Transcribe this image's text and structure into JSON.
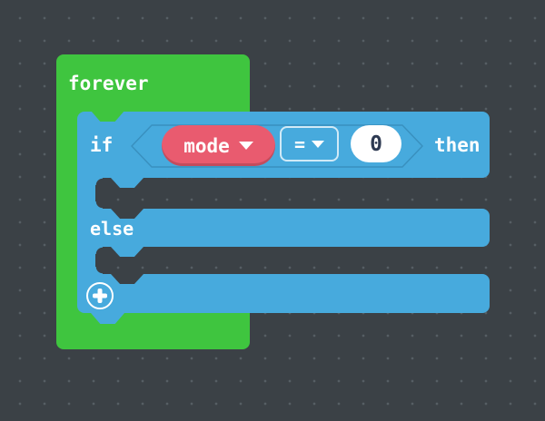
{
  "workspace": {
    "background_color": "#3b4146",
    "dot_color": "#565e64"
  },
  "forever_block": {
    "label": "forever",
    "color": "#3fc53f"
  },
  "if_block": {
    "color": "#47aadd",
    "keyword_if": "if",
    "keyword_then": "then",
    "keyword_else": "else",
    "condition": {
      "variable_dropdown": {
        "label": "mode",
        "color": "#e95b6f",
        "icon": "dropdown-arrow"
      },
      "operator_dropdown": {
        "label": "=",
        "icon": "dropdown-arrow"
      },
      "number_input": {
        "value": "0",
        "background": "#ffffff",
        "text_color": "#2e3a52"
      }
    },
    "expand_button": {
      "icon": "plus-circle"
    }
  }
}
